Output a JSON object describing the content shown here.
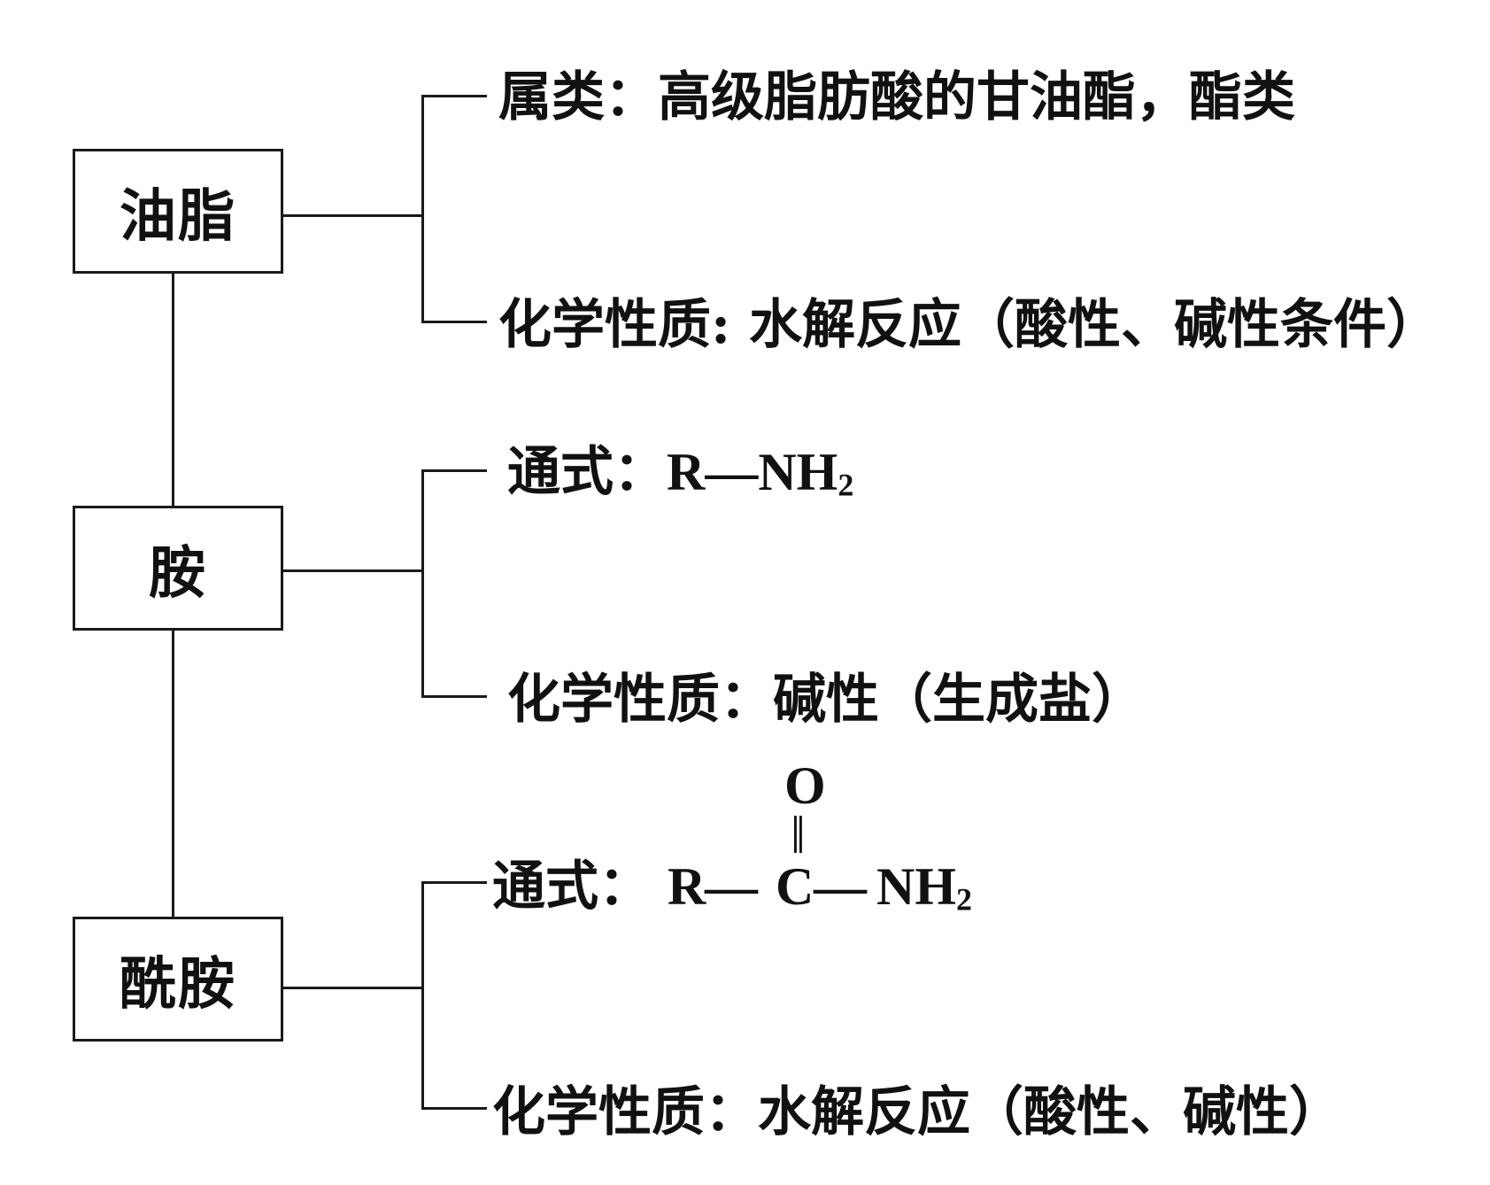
{
  "boxes": {
    "oil": "油脂",
    "amine": "胺",
    "amide": "酰胺"
  },
  "oil": {
    "category": "属类：高级脂肪酸的甘油酯，酯类",
    "property": "化学性质: 水解反应（酸性、碱性条件）"
  },
  "amine": {
    "formula_label": "通式：",
    "formula_r": "R",
    "formula_bond": "—",
    "formula_group": "NH",
    "formula_sub": "2",
    "property": "化学性质：碱性（生成盐）"
  },
  "amide": {
    "formula_label": "通式：",
    "formula_r": "R",
    "bond_left": "—",
    "carbon": "C",
    "bond_right": "—",
    "group": "NH",
    "sub": "2",
    "oxygen": "O",
    "double_bond": "‖",
    "property": "化学性质：水解反应（酸性、碱性）"
  }
}
